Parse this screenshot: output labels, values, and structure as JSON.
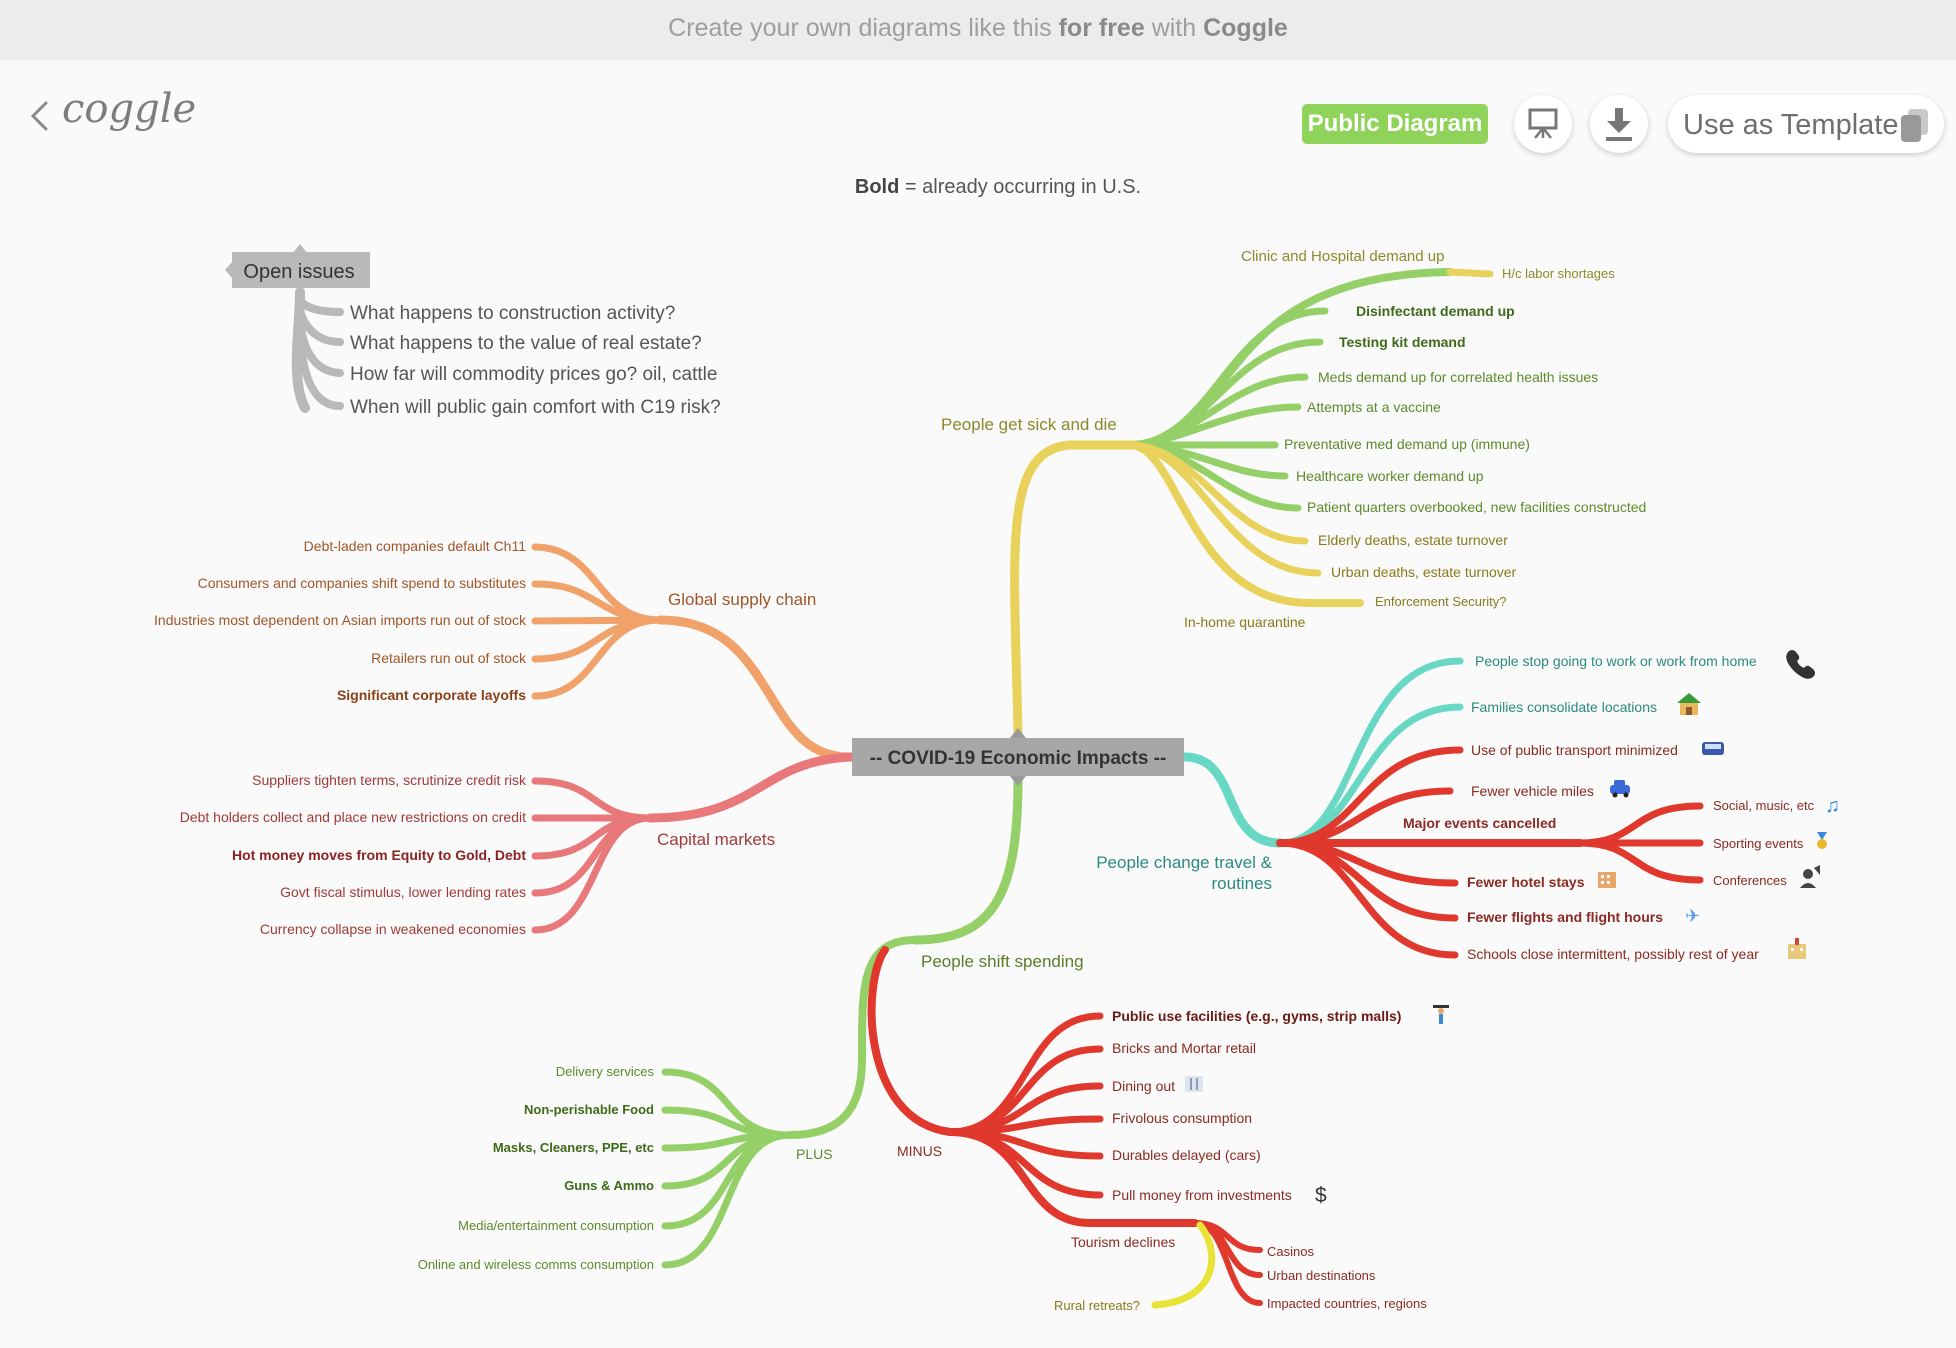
{
  "banner": {
    "pre": "Create your own diagrams like this ",
    "bold": "for free",
    "mid": " with ",
    "brand": "Coggle"
  },
  "header": {
    "logo": "coggle",
    "public_badge": "Public Diagram",
    "template_button": "Use as Template",
    "present_icon": "presentation-icon",
    "download_icon": "download-icon",
    "back_icon": "chevron-left-icon"
  },
  "legend": {
    "bold": "Bold",
    "rest": " = already occurring in U.S."
  },
  "colors": {
    "sick": "#e8d25c",
    "sick_green": "#94d067",
    "supply": "#f0a26a",
    "capital": "#e8787a",
    "travel_teal": "#68d8c5",
    "travel_red": "#e0382c",
    "spending": "#94d067",
    "gray": "#b9b9b9",
    "rural": "#e9e237"
  },
  "root": "-- COVID-19 Economic Impacts --",
  "open_issues": {
    "title": "Open issues",
    "items": [
      "What happens to construction activity?",
      "What happens to the value of real estate?",
      "How far will commodity prices go? oil, cattle",
      "When will public gain comfort with C19 risk?"
    ]
  },
  "sick": {
    "label": "People get sick and die",
    "items": [
      {
        "text": "Clinic and Hospital demand up",
        "bold": false
      },
      {
        "text": "H/c labor shortages",
        "bold": false
      },
      {
        "text": "Disinfectant demand up",
        "bold": true
      },
      {
        "text": "Testing kit demand",
        "bold": true
      },
      {
        "text": "Meds demand up for correlated health issues",
        "bold": false
      },
      {
        "text": "Attempts at a vaccine",
        "bold": false
      },
      {
        "text": "Preventative med demand up (immune)",
        "bold": false
      },
      {
        "text": "Healthcare worker demand up",
        "bold": false
      },
      {
        "text": "Patient quarters overbooked, new facilities constructed",
        "bold": false
      },
      {
        "text": "Elderly deaths, estate turnover",
        "bold": false
      },
      {
        "text": "Urban deaths, estate turnover",
        "bold": false
      },
      {
        "text": "Enforcement Security?",
        "bold": false
      },
      {
        "text": "In-home quarantine",
        "bold": false
      }
    ]
  },
  "supply": {
    "label": "Global supply chain",
    "items": [
      {
        "text": "Debt-laden companies default Ch11",
        "bold": false
      },
      {
        "text": "Consumers and companies shift spend to substitutes",
        "bold": false
      },
      {
        "text": "Industries most dependent on Asian imports run out of stock",
        "bold": false
      },
      {
        "text": "Retailers run out of stock",
        "bold": false
      },
      {
        "text": "Significant corporate layoffs",
        "bold": true
      }
    ]
  },
  "capital": {
    "label": "Capital markets",
    "items": [
      {
        "text": "Suppliers tighten terms, scrutinize credit risk",
        "bold": false
      },
      {
        "text": "Debt holders collect and place new restrictions on credit",
        "bold": false
      },
      {
        "text": "Hot money moves from Equity to Gold, Debt",
        "bold": true
      },
      {
        "text": "Govt fiscal stimulus, lower lending rates",
        "bold": false
      },
      {
        "text": "Currency collapse in weakened economies",
        "bold": false
      }
    ]
  },
  "travel": {
    "label1": "People change travel &",
    "label2": "routines",
    "items": [
      {
        "text": "People stop going to work or work from home",
        "bold": false,
        "icon": "phone-icon"
      },
      {
        "text": "Families consolidate locations",
        "bold": false,
        "icon": "house-icon"
      },
      {
        "text": "Use of public transport minimized",
        "bold": false,
        "icon": "bus-icon"
      },
      {
        "text": "Fewer vehicle miles",
        "bold": false,
        "icon": "car-icon"
      },
      {
        "text": "Major events cancelled",
        "bold": true
      },
      {
        "text": "Social, music, etc",
        "bold": false,
        "icon": "music-icon"
      },
      {
        "text": "Sporting events",
        "bold": false,
        "icon": "medal-icon"
      },
      {
        "text": "Conferences",
        "bold": false,
        "icon": "speaker-icon"
      },
      {
        "text": "Fewer hotel stays",
        "bold": true,
        "icon": "hotel-icon"
      },
      {
        "text": "Fewer flights and flight hours",
        "bold": true,
        "icon": "airplane-icon"
      },
      {
        "text": "Schools close intermittent, possibly rest of year",
        "bold": false,
        "icon": "school-icon"
      }
    ]
  },
  "spending": {
    "label": "People shift spending",
    "plus": "PLUS",
    "minus": "MINUS",
    "plus_items": [
      {
        "text": "Delivery services",
        "bold": false
      },
      {
        "text": "Non-perishable Food",
        "bold": true
      },
      {
        "text": "Masks, Cleaners, PPE, etc",
        "bold": true
      },
      {
        "text": "Guns & Ammo",
        "bold": true
      },
      {
        "text": "Media/entertainment consumption",
        "bold": false
      },
      {
        "text": "Online and wireless comms consumption",
        "bold": false
      }
    ],
    "minus_items": [
      {
        "text": "Public use facilities (e.g., gyms, strip malls)",
        "bold": true,
        "icon": "weightlifter-icon"
      },
      {
        "text": "Bricks and Mortar retail",
        "bold": false
      },
      {
        "text": "Dining out",
        "bold": false,
        "icon": "fork-knife-icon"
      },
      {
        "text": "Frivolous consumption",
        "bold": false
      },
      {
        "text": "Durables delayed (cars)",
        "bold": false
      },
      {
        "text": "Pull money from investments",
        "bold": false,
        "icon": "dollar-icon"
      },
      {
        "text": "Tourism declines",
        "bold": false
      },
      {
        "text": "Casinos",
        "bold": false
      },
      {
        "text": "Urban destinations",
        "bold": false
      },
      {
        "text": "Impacted countries, regions",
        "bold": false
      },
      {
        "text": "Rural retreats?",
        "bold": false
      }
    ]
  }
}
